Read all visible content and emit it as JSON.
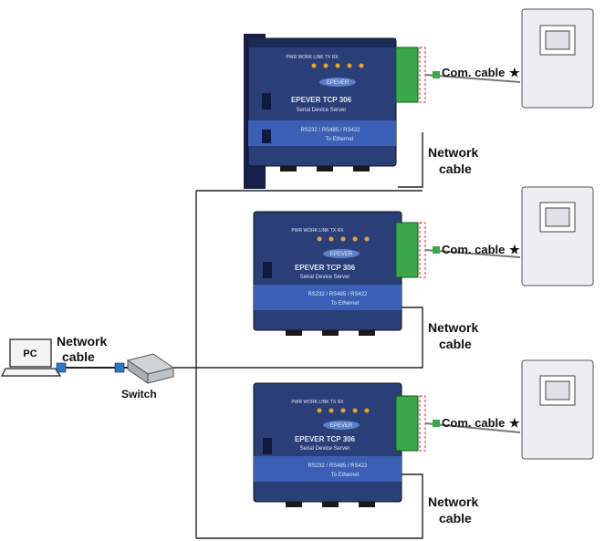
{
  "labels": {
    "pc": "PC",
    "switch": "Switch",
    "network_cable_left_line1": "Network",
    "network_cable_left_line2": "cable"
  },
  "devices": [
    {
      "brand": "EPEVER",
      "model": "EPEVER TCP 306",
      "subtitle": "Serial Device Server",
      "ports": "RS232 / RS485 / RS422",
      "to": "To Ethernet",
      "leds": "PWR WORK LINK TX RX",
      "com_cable": "Com. cable",
      "network_cable_line1": "Network",
      "network_cable_line2": "cable"
    },
    {
      "brand": "EPEVER",
      "model": "EPEVER TCP 306",
      "subtitle": "Serial Device Server",
      "ports": "RS232 / RS485 / RS422",
      "to": "To Ethernet",
      "leds": "PWR WORK LINK TX RX",
      "com_cable": "Com. cable",
      "network_cable_line1": "Network",
      "network_cable_line2": "cable"
    },
    {
      "brand": "EPEVER",
      "model": "EPEVER TCP 306",
      "subtitle": "Serial Device Server",
      "ports": "RS232 / RS485 / RS422",
      "to": "To Ethernet",
      "leds": "PWR WORK LINK TX RX",
      "com_cable": "Com. cable",
      "network_cable_line1": "Network",
      "network_cable_line2": "cable"
    }
  ],
  "star_symbol": "★",
  "colors": {
    "device_blue": "#2a3f78",
    "device_dark": "#1b2a55",
    "connector_green": "#3aa84a",
    "inverter_gray": "#e9ecef",
    "wire": "#111111",
    "dashed_red": "#d33"
  }
}
